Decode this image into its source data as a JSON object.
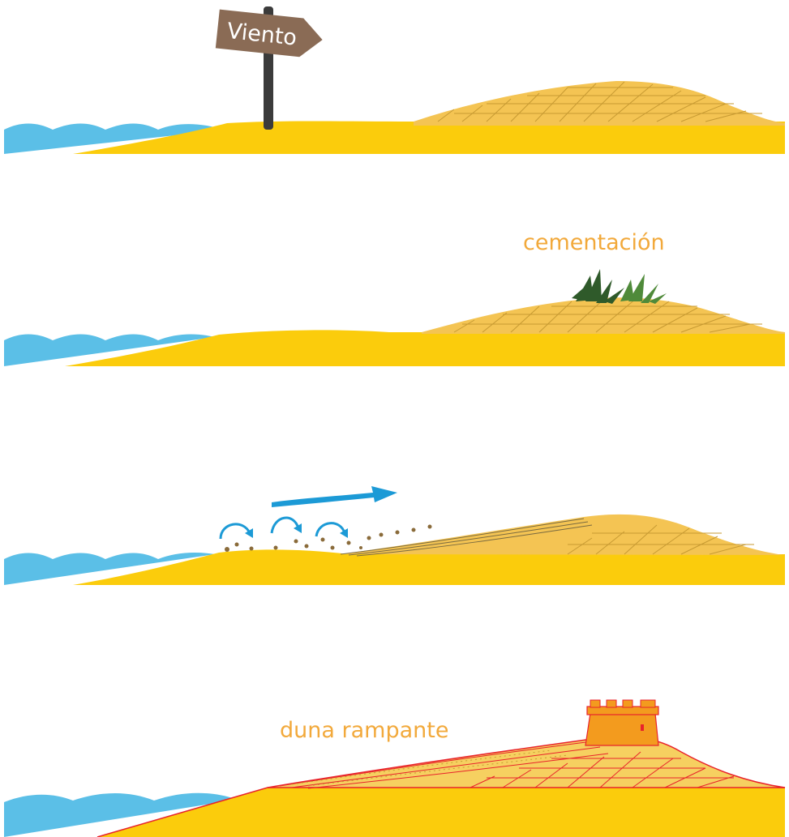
{
  "panels": [
    {
      "id": "wind",
      "sign_text": "Viento"
    },
    {
      "id": "cementation",
      "label": "cementación"
    },
    {
      "id": "transport"
    },
    {
      "id": "climbing",
      "label": "duna rampante"
    }
  ],
  "colors": {
    "sea": "#5bbfe7",
    "sand": "#fbcc0c",
    "dune": "#f4c453",
    "dune_lines": "#c79a32",
    "outline_red": "#e8232b",
    "sign": "#8a6b55",
    "post": "#3b3b3b",
    "label": "#f2a93b",
    "arrow": "#1c9ad6",
    "plants": "#2f5a2a",
    "tower": "#f39b1e"
  },
  "icons": [
    "wind-sign-icon",
    "plant-icon",
    "wind-arrow-icon",
    "saltation-arrow-icon",
    "watchtower-icon"
  ]
}
